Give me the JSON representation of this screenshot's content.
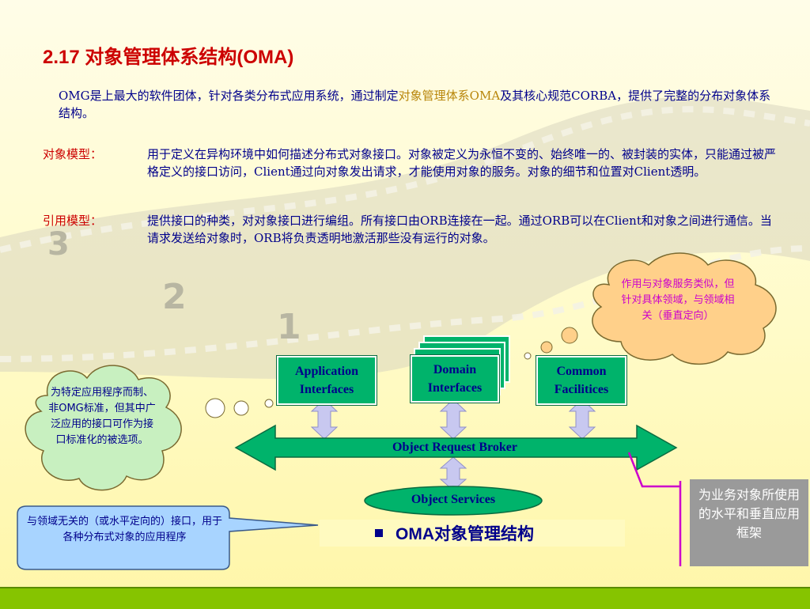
{
  "slide": {
    "title": "2.17 对象管理体系结构(OMA)",
    "intro": {
      "before": "OMG是上最大的软件团体，针对各类分布式应用系统，通过制定",
      "highlight": "对象管理体系OMA",
      "after": "及其核心规范CORBA，提供了完整的分布对象体系结构。"
    },
    "object_model": {
      "label": "对象模型：",
      "text": "用于定义在异构环境中如何描述分布式对象接口。对象被定义为永恒不变的、始终唯一的、被封装的实体，只能通过被严格定义的接口访问，Client通过向对象发出请求，才能使用对象的服务。对象的细节和位置对Client透明。"
    },
    "reference_model": {
      "label": "引用模型：",
      "text": "提供接口的种类，对对象接口进行编组。所有接口由ORB连接在一起。通过ORB可以在Client和对象之间进行通信。当请求发送给对象时，ORB将负责透明地激活那些没有运行的对象。"
    }
  },
  "diagram": {
    "application_interfaces": "Application Interfaces",
    "domain_interfaces": "Domain Interfaces",
    "common_facilities": "Common Facilitices",
    "orb": "Object Request Broker",
    "object_services": "Object Services",
    "caption": "OMA对象管理结构",
    "colors": {
      "green": "#00b36b",
      "dark_blue": "#00008b",
      "lavender": "#c8c8f0"
    }
  },
  "callouts": {
    "domain_cloud": "作用与对象服务类似，但针对具体领域，与领域相关（垂直定向）",
    "app_cloud": "为特定应用程序而制、非OMG标准，但其中广泛应用的接口可作为接口标准化的被选项。",
    "services_callout": "与领域无关的（或水平定向的）接口，用于各种分布式对象的应用程序",
    "facilities_box": "为业务对象所使用的水平和垂直应用框架"
  }
}
